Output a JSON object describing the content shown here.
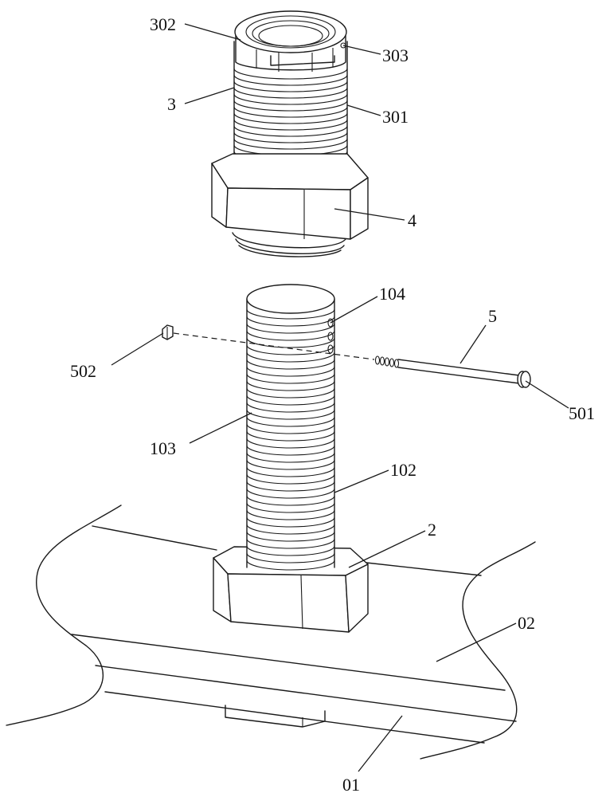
{
  "labels": {
    "l302": "302",
    "l303": "303",
    "l3": "3",
    "l301": "301",
    "l4": "4",
    "l104": "104",
    "l5": "5",
    "l502": "502",
    "l501": "501",
    "l103": "103",
    "l102": "102",
    "l2": "2",
    "l02": "02",
    "l01": "01"
  }
}
